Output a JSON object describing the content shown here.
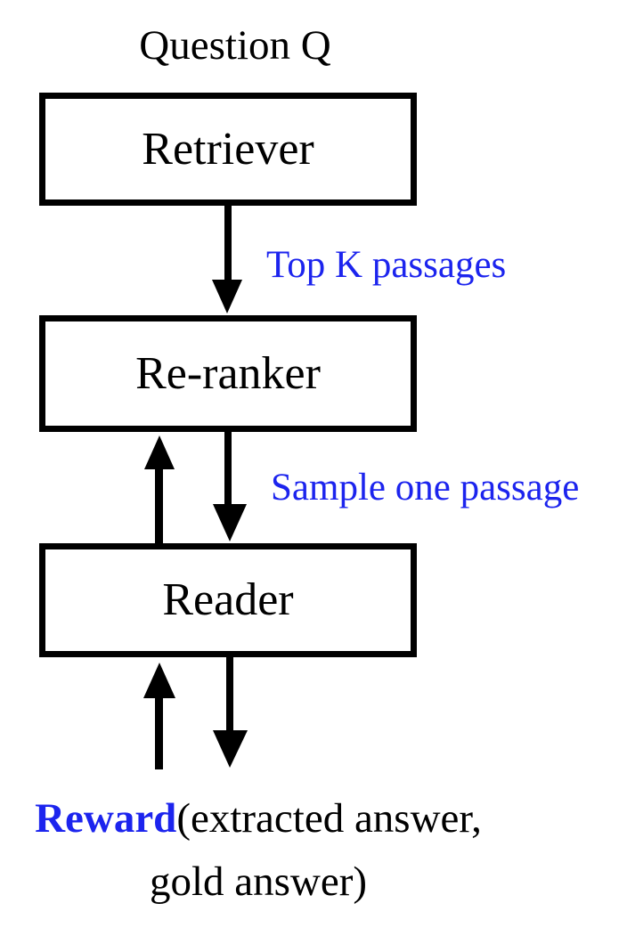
{
  "diagram": {
    "title": "Question Q",
    "background_color": "#ffffff",
    "stroke_color": "#000000",
    "accent_color": "#1c24ee",
    "nodes": [
      {
        "id": "retriever",
        "label": "Retriever"
      },
      {
        "id": "reranker",
        "label": "Re-ranker"
      },
      {
        "id": "reader",
        "label": "Reader"
      }
    ],
    "edge_labels": {
      "retriever_to_reranker": "Top K passages",
      "reranker_to_reader": "Sample one passage"
    },
    "caption": {
      "highlight": "Reward",
      "rest": "(extracted answer, gold answer)"
    },
    "arrows": [
      {
        "id": "question-to-retriever",
        "direction": "down",
        "from": "Question Q",
        "to": "Retriever",
        "label": ""
      },
      {
        "id": "retriever-to-reranker",
        "direction": "down",
        "from": "Retriever",
        "to": "Re-ranker",
        "label": "Top K passages"
      },
      {
        "id": "reranker-to-reader",
        "direction": "down",
        "from": "Re-ranker",
        "to": "Reader",
        "label": "Sample one passage"
      },
      {
        "id": "reader-to-reranker",
        "direction": "up",
        "from": "Reader",
        "to": "Re-ranker",
        "label": ""
      },
      {
        "id": "reader-to-reward",
        "direction": "down",
        "from": "Reader",
        "to": "Reward",
        "label": ""
      },
      {
        "id": "reward-to-reader",
        "direction": "up",
        "from": "Reward",
        "to": "Reader",
        "label": ""
      }
    ]
  }
}
